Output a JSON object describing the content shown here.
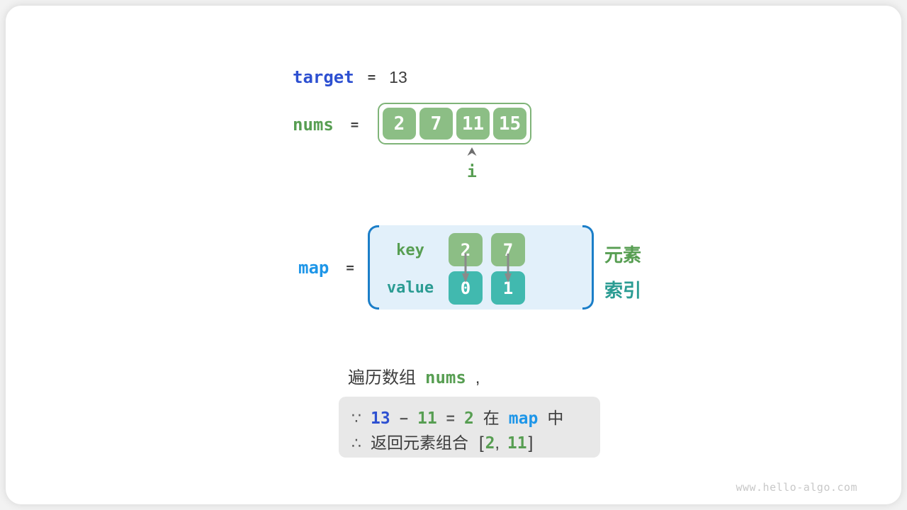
{
  "colors": {
    "royal_blue": "#2d50d1",
    "azure_blue": "#1e96e8",
    "green_text": "#579e52",
    "green_box": "#8cbe85",
    "teal_text": "#2b9c93",
    "teal_box": "#41b9af",
    "map_bg": "#e2f0fa",
    "map_bracket": "#1b7ec8",
    "note_bg": "#e8e8e8",
    "arrow_gray": "#8a8a8a"
  },
  "target_line": {
    "label": "target",
    "equals": "=",
    "value": "13"
  },
  "nums_line": {
    "label": "nums",
    "equals": "=",
    "cells": [
      "2",
      "7",
      "11",
      "15"
    ],
    "pointer_label": "i",
    "pointer_index": 2
  },
  "map_line": {
    "label": "map",
    "equals": "=",
    "key_row_label": "key",
    "value_row_label": "value",
    "keys": [
      "2",
      "7"
    ],
    "values": [
      "0",
      "1"
    ]
  },
  "side_labels": {
    "element": "元素",
    "index": "索引"
  },
  "caption": {
    "text": "遍历数组",
    "code": "nums",
    "comma": ","
  },
  "note": {
    "line1": {
      "because": "∵",
      "a": "13",
      "minus": "−",
      "b": "11",
      "eq": "=",
      "c": "2",
      "zai": "在",
      "map": "map",
      "zhong": "中"
    },
    "line2": {
      "therefore": "∴",
      "text": "返回元素组合",
      "lbracket": "[",
      "x": "2",
      "comma": ",",
      "y": "11",
      "rbracket": "]"
    }
  },
  "watermark": "www.hello-algo.com"
}
